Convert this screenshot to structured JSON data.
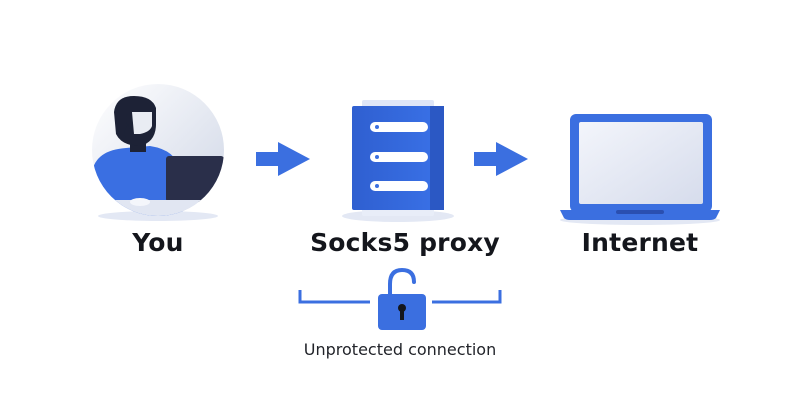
{
  "nodes": {
    "you": {
      "label": "You"
    },
    "proxy": {
      "label": "Socks5 proxy"
    },
    "internet": {
      "label": "Internet"
    }
  },
  "connection": {
    "caption": "Unprotected connection",
    "icon": "unlocked-padlock-icon"
  },
  "colors": {
    "primary_blue": "#3b6fe0",
    "dark_blue": "#2a4fb0",
    "light_blue": "#dfe6f7",
    "text": "#14161c"
  }
}
